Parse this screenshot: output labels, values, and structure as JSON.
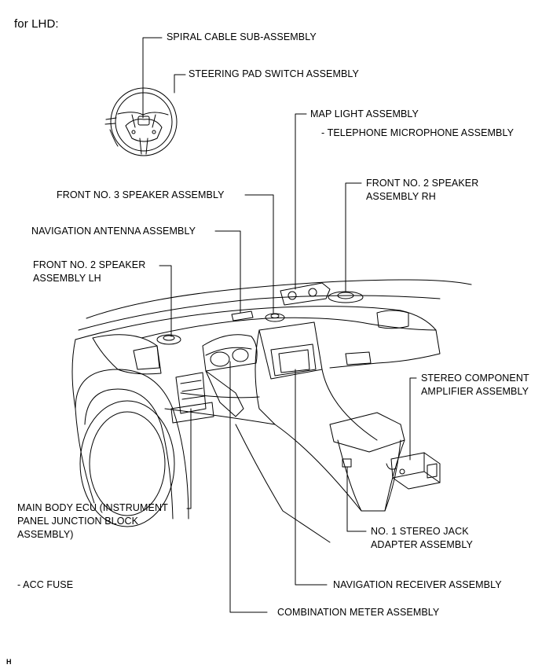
{
  "header": {
    "text": "for LHD:"
  },
  "labels": {
    "spiral_cable": "SPIRAL CABLE SUB-ASSEMBLY",
    "steering_pad_switch": "STEERING PAD SWITCH ASSEMBLY",
    "map_light": "MAP LIGHT ASSEMBLY",
    "telephone_microphone": "- TELEPHONE MICROPHONE ASSEMBLY",
    "front_no2_speaker_rh": "FRONT NO. 2 SPEAKER\nASSEMBLY RH",
    "front_no3_speaker": "FRONT NO. 3 SPEAKER ASSEMBLY",
    "navigation_antenna": "NAVIGATION ANTENNA ASSEMBLY",
    "front_no2_speaker_lh": "FRONT NO. 2 SPEAKER\nASSEMBLY LH",
    "stereo_amplifier": "STEREO COMPONENT\nAMPLIFIER ASSEMBLY",
    "main_body_ecu": "MAIN BODY ECU (INSTRUMENT\nPANEL JUNCTION BLOCK\nASSEMBLY)",
    "stereo_jack_adapter": "NO. 1 STEREO JACK\nADAPTER ASSEMBLY",
    "acc_fuse": "- ACC FUSE",
    "navigation_receiver": "NAVIGATION RECEIVER ASSEMBLY",
    "combination_meter": "COMBINATION METER ASSEMBLY"
  },
  "footer": {
    "mark": "H"
  },
  "colors": {
    "line": "#000000",
    "background": "#ffffff"
  }
}
